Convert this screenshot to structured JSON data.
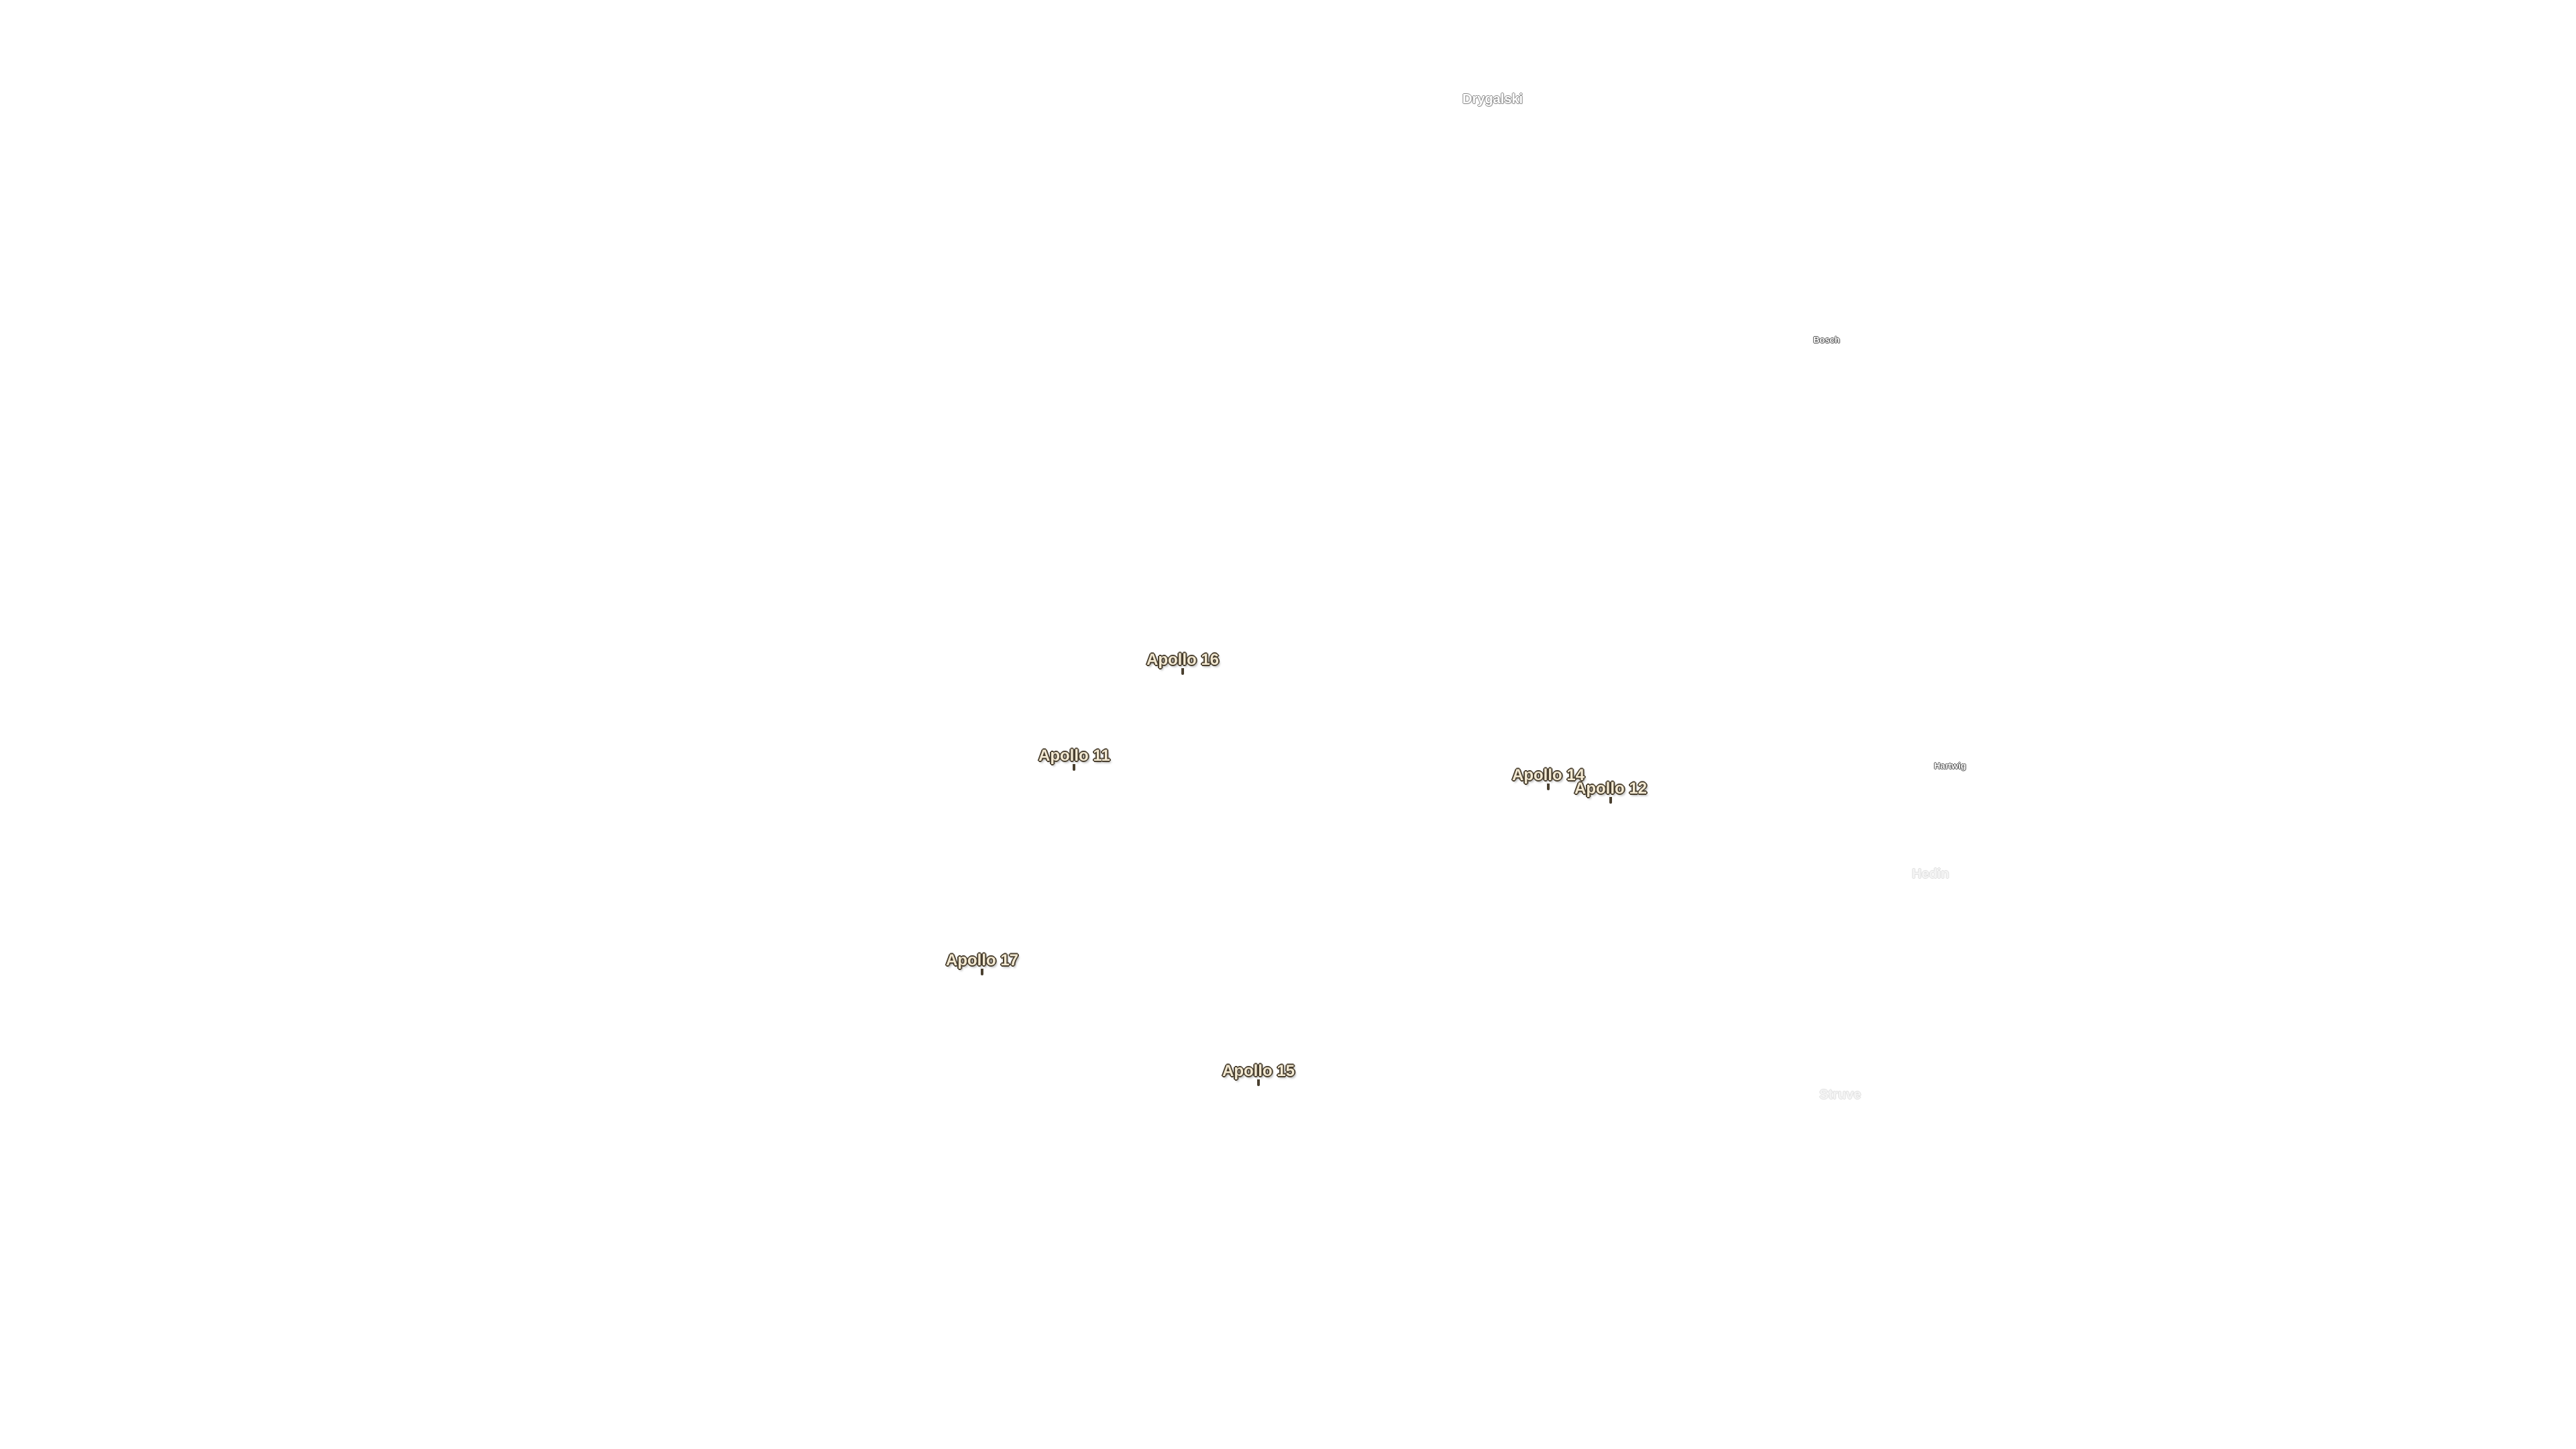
{
  "map": {
    "landing_sites": [
      {
        "id": "apollo-16",
        "label": "Apollo 16"
      },
      {
        "id": "apollo-11",
        "label": "Apollo 11"
      },
      {
        "id": "apollo-14",
        "label": "Apollo 14"
      },
      {
        "id": "apollo-12",
        "label": "Apollo 12"
      },
      {
        "id": "apollo-17",
        "label": "Apollo 17"
      },
      {
        "id": "apollo-15",
        "label": "Apollo 15"
      }
    ],
    "craters": [
      {
        "id": "drygalski",
        "label": "Drygalski"
      },
      {
        "id": "bosch",
        "label": "Bosch"
      },
      {
        "id": "hartwig",
        "label": "Hartwig"
      },
      {
        "id": "hedin",
        "label": "Hedin"
      },
      {
        "id": "struve",
        "label": "Struve"
      }
    ]
  },
  "colors": {
    "background": "#ffffff",
    "landing_label_fill": "#f3e9d2",
    "landing_label_outline": "#4a4030",
    "crater_label_outline": "#8a8a8a"
  }
}
